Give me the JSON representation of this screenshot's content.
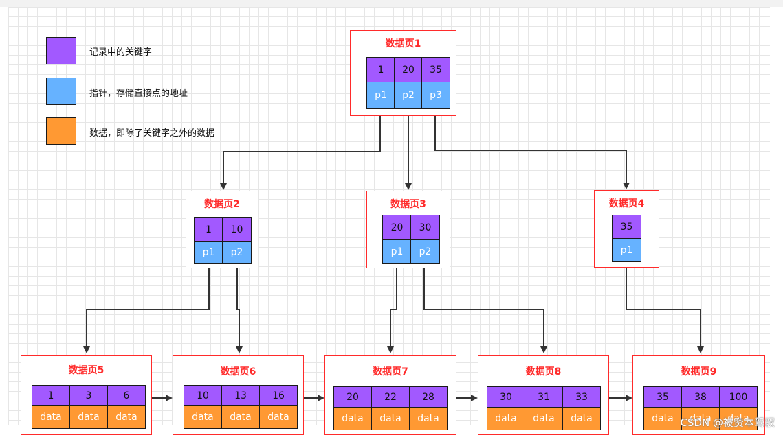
{
  "legend": [
    {
      "label": "记录中的关键字",
      "color": "#a259ff"
    },
    {
      "label": "指针，存储直接点的地址",
      "color": "#66b2ff"
    },
    {
      "label": "数据，即除了关键字之外的数据",
      "color": "#ff9933"
    }
  ],
  "pages": {
    "page1": {
      "title": "数据页1",
      "keys": [
        "1",
        "20",
        "35"
      ],
      "pointers": [
        "p1",
        "p2",
        "p3"
      ]
    },
    "page2": {
      "title": "数据页2",
      "keys": [
        "1",
        "10"
      ],
      "pointers": [
        "p1",
        "p2"
      ]
    },
    "page3": {
      "title": "数据页3",
      "keys": [
        "20",
        "30"
      ],
      "pointers": [
        "p1",
        "p2"
      ]
    },
    "page4": {
      "title": "数据页4",
      "keys": [
        "35"
      ],
      "pointers": [
        "p1"
      ]
    },
    "page5": {
      "title": "数据页5",
      "keys": [
        "1",
        "3",
        "6"
      ],
      "data": [
        "data",
        "data",
        "data"
      ]
    },
    "page6": {
      "title": "数据页6",
      "keys": [
        "10",
        "13",
        "16"
      ],
      "data": [
        "data",
        "data",
        "data"
      ]
    },
    "page7": {
      "title": "数据页7",
      "keys": [
        "20",
        "22",
        "28"
      ],
      "data": [
        "data",
        "data",
        "data"
      ]
    },
    "page8": {
      "title": "数据页8",
      "keys": [
        "30",
        "31",
        "33"
      ],
      "data": [
        "data",
        "data",
        "data"
      ]
    },
    "page9": {
      "title": "数据页9",
      "keys": [
        "35",
        "38",
        "100"
      ],
      "data": [
        "data",
        "data",
        "data"
      ]
    }
  },
  "watermark": "CSDN @被资本驾驭",
  "colors": {
    "key": "#a259ff",
    "pointer": "#66b2ff",
    "data": "#ff9933",
    "page_border": "#ff2b2b",
    "arrow": "#333333"
  }
}
